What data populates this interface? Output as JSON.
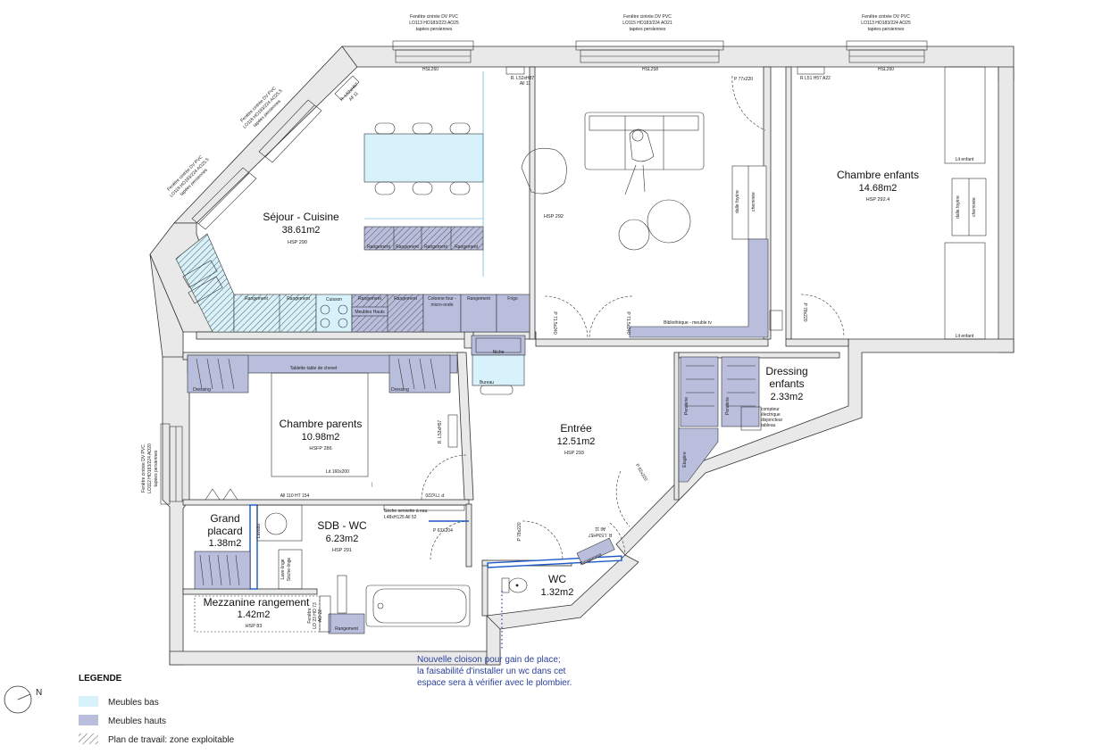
{
  "rooms": {
    "sejour": {
      "name": "Séjour - Cuisine",
      "area": "38.61m2",
      "hsp": "HSP 290"
    },
    "chambre_enfants": {
      "name": "Chambre enfants",
      "area": "14.68m2",
      "hsp": "HSP 292.4"
    },
    "chambre_parents": {
      "name": "Chambre parents",
      "area": "10.98m2",
      "hsp": "HSFP 286"
    },
    "entree": {
      "name": "Entrée",
      "area": "12.51m2",
      "hsp": "HSP 293"
    },
    "dressing": {
      "name_line1": "Dressing",
      "name_line2": "enfants",
      "area": "2.33m2"
    },
    "sdb": {
      "name": "SDB - WC",
      "area": "6.23m2",
      "hsp": "HSP 291"
    },
    "grand_placard": {
      "name_line1": "Grand",
      "name_line2": "placard",
      "area": "1.38m2"
    },
    "mezzanine": {
      "name": "Mezzanine rangement",
      "area": "1.42m2",
      "hsp": "HSP 83"
    },
    "wc": {
      "name": "WC",
      "area": "1.32m2"
    },
    "living_hsp": {
      "hsp": "HSP 292"
    }
  },
  "windows": {
    "w1": {
      "line1": "Fenêtre cintrée DV PVC",
      "line2": "LO113 HO183/223 AO25",
      "line3": "tapées persiennes",
      "hsl": "HSL260"
    },
    "w2": {
      "line1": "Fenêtre cintrée DV PVC",
      "line2": "LO115 HO183/224 AO21",
      "line3": "tapées persiennes",
      "hsl": "HSL258"
    },
    "w3": {
      "line1": "Fenêtre cintrée DV PVC",
      "line2": "LO113 HO183/224 AO25",
      "line3": "tapées persiennes",
      "hsl": "HSL260"
    },
    "w_diag1": {
      "line1": "Fenêtre cintrée DV PVC",
      "line2": "LO118 HO183/224 AO25.5",
      "line3": "tapées persiennes"
    },
    "w_diag2": {
      "line1": "Fenêtre cintrée DV PVC",
      "line2": "LO118 HO183/224 AO25.5",
      "line3": "tapées persiennes"
    },
    "w_left": {
      "line1": "Fenêtre cintrée DV PVC",
      "line2": "LO112 HO183/224 AO20",
      "line3": "tapées persiennes"
    },
    "w_sdb": {
      "line1": "Fenêtre",
      "line2": "LO 23 HO 73",
      "line3": "AO 22"
    }
  },
  "labels": {
    "rangement": "Rangement",
    "cuisson": "Cuisson",
    "meubles_hauts": "Meubles Hauts",
    "colonne": "Colonne four - micro-onde",
    "frigo": "Frigo",
    "bibliotheque": "Bibliothèque - meuble tv",
    "dalle_foyere": "dalle foyère",
    "cheminee": "cheminée",
    "lit_enfant": "Lit enfant",
    "tablette": "Tablette table de chevet",
    "dressing": "Dressing",
    "lit_parents": "Lit 160x200",
    "niche": "Niche",
    "bureau": "Bureau",
    "penderie": "Penderie",
    "compteur": "compteur électrique disjoncteur tableau",
    "etagere": "Etagère",
    "all_ht": "All 110  HT 154",
    "serviette": "Sèche serviette à eau L48xH125  All 52",
    "lave_linge": "Lave-linge Sèche-linge",
    "lavabo": "Lavabo",
    "r_l52": "R. L52xH87",
    "all11": "All 11",
    "r_l51": "R L51 H57 A22",
    "p77_1": "P 77x220",
    "p71_1": "P 71.5x240",
    "p71_2": "P 71.5x240",
    "p78_1": "P 78x220",
    "p77_2": "P 77x220",
    "p63": "P 63X204",
    "p78_2": "P 78x220",
    "p82": "P 82x220",
    "r_l53": "R. L53xH57",
    "r_l53b": "R. L53xH57"
  },
  "note": {
    "line1": "Nouvelle cloison pour gain de place;",
    "line2": "la faisabilité d'installer un wc dans cet",
    "line3": "espace sera à vérifier avec le plombier."
  },
  "legend": {
    "title": "LEGENDE",
    "north": "N",
    "items": [
      "Meubles bas",
      "Meubles hauts",
      "Plan de travail: zone exploitable"
    ],
    "colors": {
      "meubles_bas": "#d8f2fb",
      "meubles_hauts": "#b9bedd"
    }
  }
}
